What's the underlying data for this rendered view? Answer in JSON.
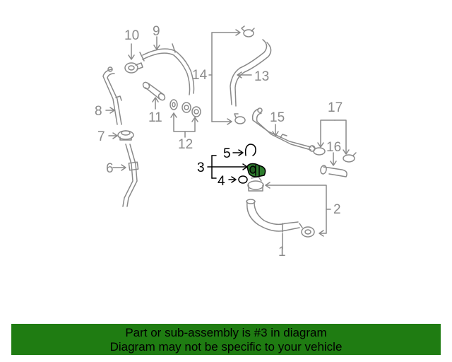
{
  "colors": {
    "part_line": "#8a8a8a",
    "callout_text": "#8a8a8a",
    "highlight_text": "#000000",
    "highlight_part": "#2e7d2e",
    "banner_bg": "#1f7c12",
    "banner_text": "#000000"
  },
  "callouts": {
    "c1": "1",
    "c2": "2",
    "c3": "3",
    "c4": "4",
    "c5": "5",
    "c6": "6",
    "c7": "7",
    "c8": "8",
    "c9": "9",
    "c10": "10",
    "c11": "11",
    "c12": "12",
    "c13": "13",
    "c14": "14",
    "c15": "15",
    "c16": "16",
    "c17": "17"
  },
  "banner": {
    "line1": "Part or sub-assembly is #3 in diagram",
    "line2": "Diagram may not be specific to your vehicle"
  }
}
